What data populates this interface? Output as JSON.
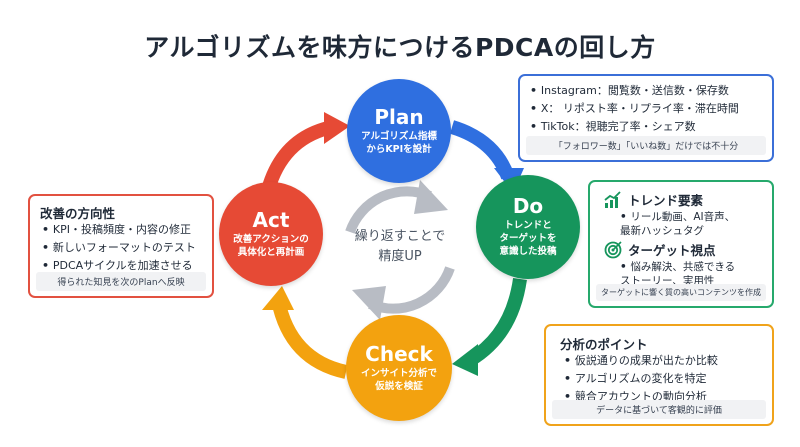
{
  "title": "アルゴリズムを味方につけるPDCAの回し方",
  "center": "繰り返すことで\n精度UP",
  "plan": {
    "title": "Plan",
    "sub": "アルゴリズム指標\nからKPIを設計"
  },
  "do": {
    "title": "Do",
    "sub": "トレンドと\nターゲットを\n意識した投稿"
  },
  "check": {
    "title": "Check",
    "sub": "インサイト分析で\n仮説を検証"
  },
  "act": {
    "title": "Act",
    "sub": "改善アクションの\n具体化と再計画"
  },
  "plan_box": {
    "items": [
      "Instagram：閲覧数・送信数・保存数",
      "X： リポスト率・リプライ率・滞在時間",
      "TikTok：視聴完了率・シェア数"
    ],
    "footer": "「フォロワー数」「いいね数」だけでは不十分"
  },
  "do_box": {
    "sec1": {
      "title": "トレンド要素",
      "items": [
        "リール動画、AI音声、\n最新ハッシュタグ"
      ]
    },
    "sec2": {
      "title": "ターゲット視点",
      "items": [
        "悩み解決、共感できる\nストーリー、実用性"
      ]
    },
    "footer": "ターゲットに響く質の高いコンテンツを作成"
  },
  "check_box": {
    "title": "分析のポイント",
    "items": [
      "仮説通りの成果が出たか比較",
      "アルゴリズムの変化を特定",
      "競合アカウントの動向分析"
    ],
    "footer": "データに基づいて客観的に評価"
  },
  "act_box": {
    "title": "改善の方向性",
    "items": [
      "KPI・投稿頻度・内容の修正",
      "新しいフォーマットのテスト",
      "PDCAサイクルを加速させる"
    ],
    "footer": "得られた知見を次のPlanへ反映"
  },
  "colors": {
    "plan": "#2f6fe0",
    "do": "#16955c",
    "check": "#f3a20f",
    "act": "#e64a35"
  },
  "icons": {
    "trend": "trend-chart-icon",
    "target": "target-icon"
  }
}
